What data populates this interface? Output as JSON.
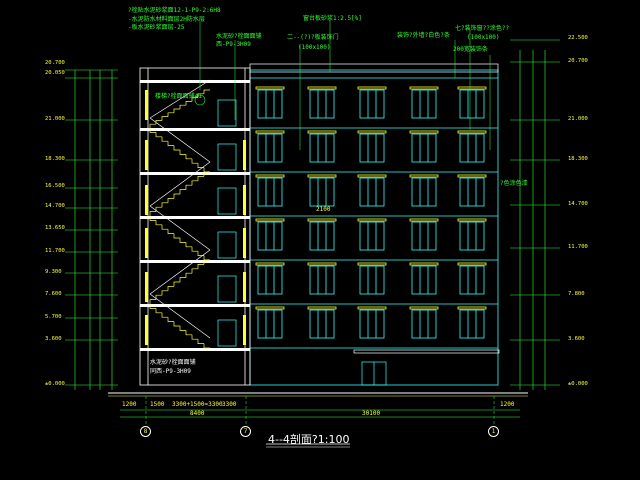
{
  "caption": "4--4剖面?1:100",
  "grid_axes": [
    "8",
    "7",
    "1"
  ],
  "notes": {
    "top_left_1": "?栓贴水泥砂浆面12-1-P9-2:6H8",
    "top_left_2": "-水泥防水材料面层2H防水层",
    "top_left_3": "-板水泥砂浆面层-25",
    "stair_note": "水泥砂?栓面面铺",
    "stair_ref": "西-P9-3H09",
    "top_center_1": "窗台板砂浆1:2.5[%]",
    "top_center_2": "二--(?)?板装饰门",
    "top_center_3": "(100x100)",
    "top_right_1": "装饰?外墙?白色?条",
    "top_right_2": "七?装饰窗??涂色??",
    "top_right_3": "(100x100)",
    "top_right_4": "200宽装饰条",
    "mid_right": "?色涂色漆",
    "left_label": "楼梯?栓面面铺41",
    "bottom_left_1": "水泥砂?栓面面铺",
    "bottom_left_2": "同西-P9-3H09",
    "mid_label": "2100"
  },
  "levels_left": [
    "20.700",
    "20.050",
    "21.000",
    "18.300",
    "16.500",
    "14.700",
    "13.650",
    "11.700",
    "9.300",
    "7.600",
    "5.700",
    "3.600",
    "±0.000"
  ],
  "levels_right": [
    "22.500",
    "20.700",
    "21.000",
    "18.300",
    "14.700",
    "11.700",
    "7.800",
    "3.600",
    "±0.000"
  ],
  "dims_bottom": [
    "1200",
    "1500",
    "3300+1500=3300",
    "3300",
    "8400",
    "30100",
    "1200"
  ]
}
